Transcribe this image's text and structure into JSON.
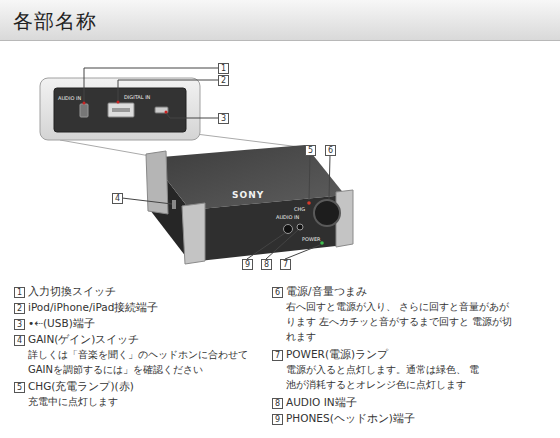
{
  "diagram": {
    "title": "各部名称",
    "labels": [
      "1",
      "2",
      "3",
      "AUDIO IN",
      "DIGITAL IN",
      "4",
      "5",
      "6",
      "SONY",
      "CHG",
      "AUDIO IN",
      "POWER",
      "9",
      "8",
      "7",
      "1",
      "入力切換スイッチ",
      "2",
      "iPod/iPhone/iPad接続端子",
      "3",
      "•⇠(USB)端子",
      "4",
      "GAIN(ゲイン)スイッチ",
      "詳しくは「音楽を聞く」のヘッドホンに合わせて GAINを調節するには」を確認ください",
      "5",
      "CHG(充電ランプ)(赤)",
      "充電中に点灯します",
      "6",
      "電源/音量つまみ",
      "右へ回すと電源が入り、 さらに回すと音量があがります 左へカチッと音がするまで回すと 電源が切れます",
      "7",
      "POWER(電源)ランプ",
      "電源が入ると点灯します。通常は緑色、 電池が消耗するとオレンジ色に点灯します",
      "8",
      "AUDIO IN端子",
      "9",
      "PHONES(ヘッドホン)端子"
    ]
  }
}
